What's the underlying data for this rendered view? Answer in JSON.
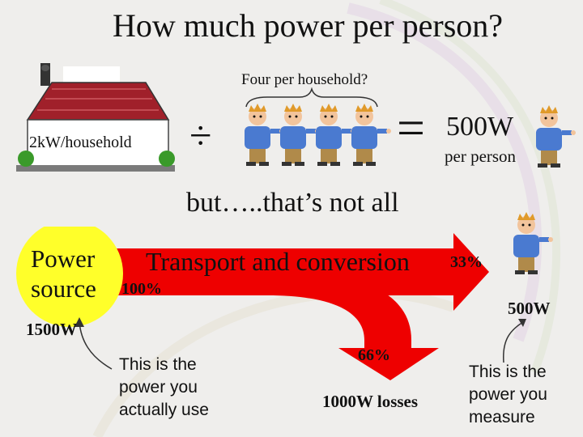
{
  "title": "How much power per person?",
  "household_question": "Four per household?",
  "house_label": "2kW/household",
  "divide_symbol": "÷",
  "equals_symbol": "=",
  "result_value": "500W",
  "result_unit": "per person",
  "caveat": "but…..that’s not all",
  "power_source": {
    "line1": "Power",
    "line2": "source",
    "input": "100%",
    "watts": "1500W"
  },
  "transport": {
    "label": "Transport and conversion",
    "output_pct": "33%",
    "output_watts": "500W"
  },
  "losses": {
    "pct": "66%",
    "watts": "1000W losses"
  },
  "use_note": {
    "line1": "This is the",
    "line2": "power you",
    "line3": "actually use"
  },
  "measure_note": {
    "line1": "This is the",
    "line2": "power you",
    "line3": "measure"
  },
  "colors": {
    "arrow": "#ee0000",
    "source_circle": "#ffff2a",
    "background": "#efeeec",
    "roof": "#a0202a",
    "shirt": "#4a7ad0"
  },
  "icons": [
    "house-icon",
    "person-icon",
    "arrow-icon"
  ]
}
